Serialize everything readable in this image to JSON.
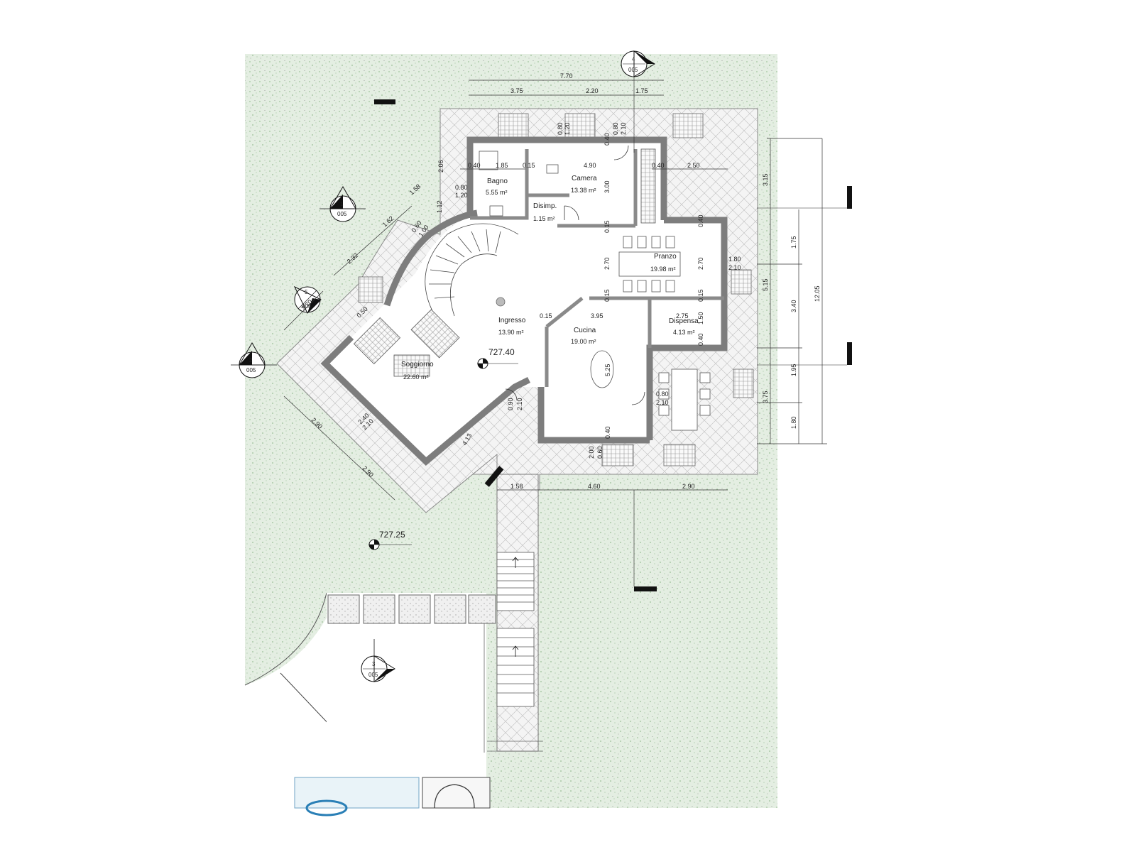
{
  "rooms": {
    "bagno": {
      "name": "Bagno",
      "area": "5.55 m²"
    },
    "camera": {
      "name": "Camera",
      "area": "13.38 m²"
    },
    "disimp": {
      "name": "Disimp.",
      "area": "1.15 m²"
    },
    "pranzo": {
      "name": "Pranzo",
      "area": "19.98 m²"
    },
    "ingresso": {
      "name": "Ingresso",
      "area": "13.90 m²"
    },
    "cucina": {
      "name": "Cucina",
      "area": "19.00 m²"
    },
    "dispensa": {
      "name": "Dispensa",
      "area": "4.13 m²"
    },
    "soggiorno": {
      "name": "Soggiorno",
      "area": "22.60 m²"
    }
  },
  "elevations": {
    "interior": "727.40",
    "exterior": "727.25"
  },
  "section_markers": [
    {
      "num": "1",
      "sheet": "005"
    },
    {
      "num": "2",
      "sheet": "005"
    },
    {
      "num": "3",
      "sheet": "005"
    },
    {
      "num": "4",
      "sheet": "005"
    },
    {
      "num": "5",
      "sheet": "005"
    }
  ],
  "dimensions": {
    "top_total": "7.70",
    "top_a": "3.75",
    "top_b": "2.20",
    "top_c": "1.75",
    "right_total": "12.05",
    "right_outer_a": "3.15",
    "right_outer_b": "5.15",
    "right_outer_c": "3.75",
    "right_inner_a": "1.75",
    "right_inner_b": "3.40",
    "right_inner_c": "1.95",
    "right_inner_d": "1.80",
    "bottom_a": "1.58",
    "bottom_b": "4.60",
    "bottom_c": "2.90",
    "d_040a": "0.40",
    "d_185": "1.85",
    "d_015a": "0.15",
    "d_490": "4.90",
    "d_040b": "0.40",
    "d_250": "2.50",
    "d_080a": "0.80",
    "d_120a": "1.20",
    "d_080b": "0.80",
    "d_210a": "2.10",
    "d_040c": "0.40",
    "d_080c": "0.80",
    "d_120b": "1.20",
    "d_206": "2.06",
    "d_112": "1.12",
    "d_300": "3.00",
    "d_015b": "0.15",
    "d_270a": "2.70",
    "d_015c": "0.15",
    "d_270b": "2.70",
    "d_040d": "0.40",
    "d_180a": "1.80",
    "d_210b": "2.10",
    "d_015d": "0.15",
    "d_150": "1.50",
    "d_040e": "0.40",
    "d_015e": "0.15",
    "d_395": "3.95",
    "d_275": "2.75",
    "d_525": "5.25",
    "d_080d": "0.80",
    "d_210c": "2.10",
    "d_090": "0.90",
    "d_210d": "2.10",
    "d_200": "2.00",
    "d_060a": "0.60",
    "d_040f": "0.40",
    "d_158a": "1.58",
    "d_162": "1.62",
    "d_232": "2.32",
    "d_060b": "0.60",
    "d_100": "1.00",
    "d_270c": "2.70",
    "d_050": "0.50",
    "d_290a": "2.90",
    "d_290b": "2.90",
    "d_240": "2.40",
    "d_210e": "2.10",
    "d_413": "4.13"
  }
}
